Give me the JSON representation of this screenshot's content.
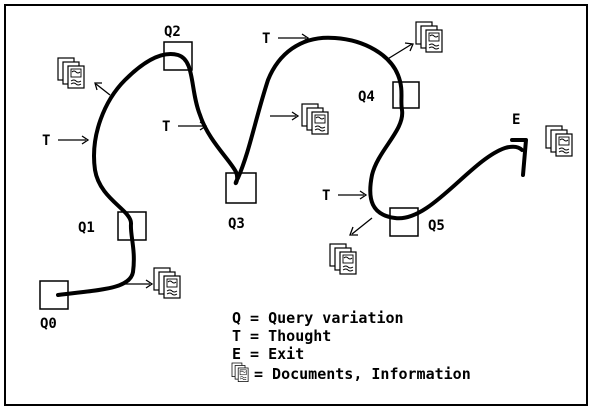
{
  "diagram": {
    "nodes": [
      {
        "id": "q0",
        "label": "Q0"
      },
      {
        "id": "q1",
        "label": "Q1"
      },
      {
        "id": "q2",
        "label": "Q2"
      },
      {
        "id": "q3",
        "label": "Q3"
      },
      {
        "id": "q4",
        "label": "Q4"
      },
      {
        "id": "q5",
        "label": "Q5"
      }
    ],
    "thought_label": "T",
    "exit_label": "E"
  },
  "legend": {
    "query": "Q = Query variation",
    "thought": "T = Thought",
    "exit": "E = Exit",
    "documents": "= Documents, Information"
  }
}
